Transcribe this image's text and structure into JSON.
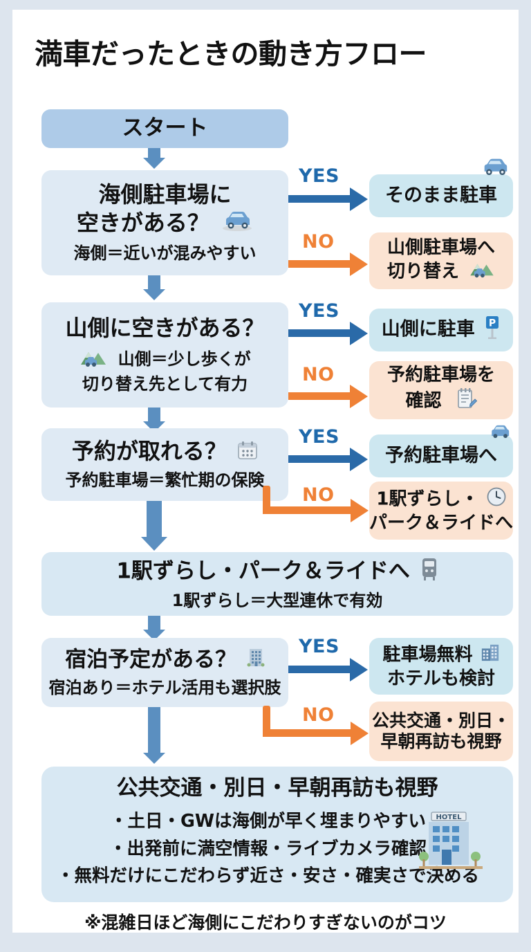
{
  "page": {
    "title": "満車だったときの動き方フロー",
    "footer_note": "※混雑日ほど海側にこだわりすぎないのがコツ",
    "colors": {
      "background": "#dde5ee",
      "card": "#ffffff",
      "start_box": "#aecbe8",
      "decision_box": "#dfeaf4",
      "yes_box": "#cde7f0",
      "no_box": "#fbe3d2",
      "wide_box": "#d8e8f3",
      "yes_accent": "#2a6aa8",
      "no_accent": "#ef8136",
      "down_arrow": "#5b8fc0"
    }
  },
  "flow": {
    "start": {
      "label": "スタート"
    },
    "labels": {
      "yes": "YES",
      "no": "NO"
    },
    "steps": [
      {
        "question": "海側駐車場に",
        "question2": "空きがある？",
        "question_icon": "car-icon",
        "note": "海側＝近いが混みやすい",
        "yes": {
          "line1": "そのまま駐車",
          "line2": "",
          "icon": "car-icon"
        },
        "no": {
          "line1": "山側駐車場へ",
          "line2": "切り替え",
          "icon": "mountain-car-icon"
        }
      },
      {
        "question": "山側に空きがある？",
        "question2": "",
        "question_icon": "mountain-car-icon",
        "note": "山側＝少し歩くが",
        "note2": "切り替え先として有力",
        "yes": {
          "line1": "山側に駐車",
          "line2": "",
          "icon": "parking-sign-icon"
        },
        "no": {
          "line1": "予約駐車場を",
          "line2": "確認",
          "icon": "memo-icon"
        }
      },
      {
        "question": "予約が取れる？",
        "question2": "",
        "question_icon": "calendar-icon",
        "note": "予約駐車場＝繁忙期の保険",
        "yes": {
          "line1": "予約駐車場へ",
          "line2": "",
          "icon": "car-icon"
        },
        "no": {
          "line1": "1駅ずらし・",
          "line2": "パーク＆ライドへ",
          "icon": "clock-icon"
        }
      },
      {
        "question": "宿泊予定がある？",
        "question2": "",
        "question_icon": "hotel-building-icon",
        "note": "宿泊あり＝ホテル活用も選択肢",
        "yes": {
          "line1": "駐車場無料",
          "line2": "ホテルも検討",
          "icon": "office-building-icon"
        },
        "no": {
          "line1": "公共交通・別日・",
          "line2": "早朝再訪も視野",
          "icon": ""
        }
      }
    ],
    "wide_step": {
      "title": "1駅ずらし・パーク＆ライドへ",
      "icon": "train-icon",
      "note": "1駅ずらし＝大型連休で有効"
    },
    "final": {
      "title": "公共交通・別日・早朝再訪も視野",
      "icon": "hotel-icon",
      "bullets": [
        "・土日・GWは海側が早く埋まりやすい",
        "・出発前に満空情報・ライブカメラ確認",
        "・無料だけにこだわらず近さ・安さ・確実さで決める"
      ]
    }
  }
}
